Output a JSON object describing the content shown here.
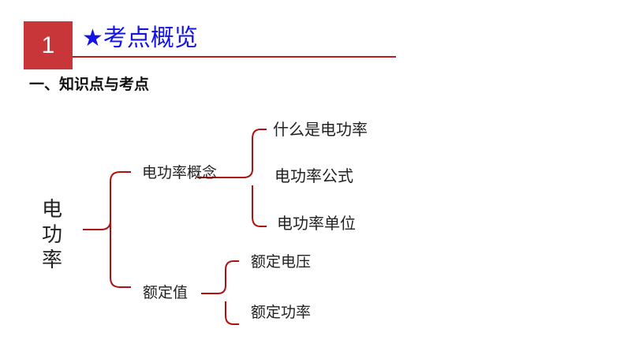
{
  "header": {
    "number": "1",
    "title": "★考点概览",
    "accent_color": "#c9363a",
    "title_color": "#1414e6"
  },
  "subheading": "一、知识点与考点",
  "mindmap": {
    "root": "电功率",
    "branches": [
      {
        "label": "电功率概念",
        "children": [
          "什么是电功率",
          "电功率公式",
          "电功率单位"
        ]
      },
      {
        "label": "额定值",
        "children": [
          "额定电压",
          "额定功率"
        ]
      }
    ]
  }
}
